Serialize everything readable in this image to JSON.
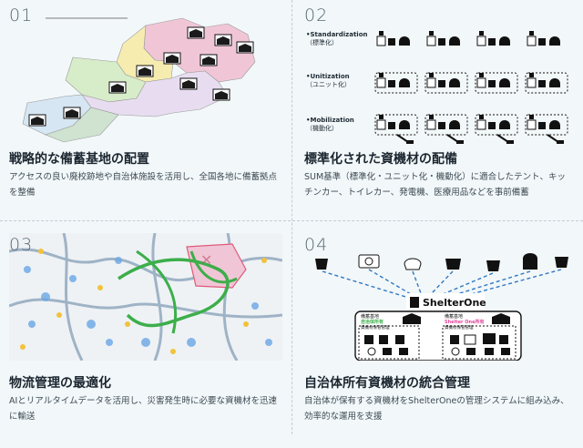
{
  "cards": [
    {
      "number": "01",
      "title": "戦略的な備蓄基地の配置",
      "description": "アクセスの良い廃校跡地や自治体施設を活用し、全国各地に備蓄拠点を整備"
    },
    {
      "number": "02",
      "title": "標準化された資機材の配備",
      "description": "SUM基準（標準化・ユニット化・機動化）に適合したテント、キッチンカー、トイレカー、発電機、医療用品などを事前備蓄",
      "diagram": {
        "rows": [
          {
            "label": "•Standardization",
            "sublabel": "（標準化）"
          },
          {
            "label": "•Unitization",
            "sublabel": "（ユニット化）"
          },
          {
            "label": "•Mobilization",
            "sublabel": "（機動化）"
          }
        ]
      }
    },
    {
      "number": "03",
      "title": "物流管理の最適化",
      "description": "AIとリアルタイムデータを活用し、災害発生時に必要な資機材を迅速に輸送"
    },
    {
      "number": "04",
      "title": "自治体所有資機材の統合管理",
      "description": "自治体が保有する資機材をShelterOneの管理システムに組み込み、効率的な運用を支援",
      "diagram": {
        "brand": "ShelterOne",
        "left_box": {
          "line1": "備蓄基地",
          "line2": "自治体所有",
          "line3": "資機材保管管理"
        },
        "right_box": {
          "line1": "備蓄基地",
          "line2": "Shelter One所有",
          "line3": "資機材保管管理"
        }
      }
    }
  ],
  "colors": {
    "background": "#f2f7f9",
    "accent_blue": "#2f78c4",
    "route_green": "#3cae4a",
    "map_pink": "#f0c6d6",
    "map_yellow": "#f6ecb0",
    "map_green": "#d7ecc8",
    "map_blue": "#d6e6f3",
    "magenta": "#e0469a"
  }
}
